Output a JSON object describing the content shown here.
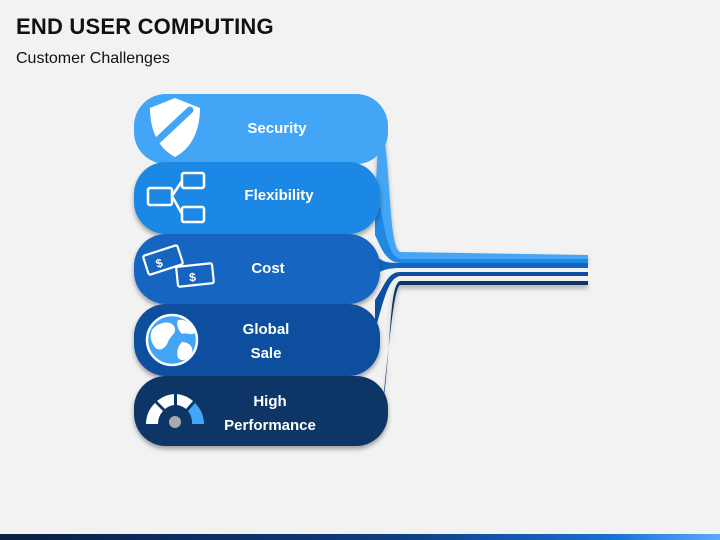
{
  "header": {
    "title": "END USER COMPUTING",
    "subtitle": "Customer Challenges"
  },
  "items": [
    {
      "label": "Security",
      "icon": "shield-icon",
      "color": "#42a5f5"
    },
    {
      "label": "Flexibility",
      "icon": "flowchart-icon",
      "color": "#1e88e5"
    },
    {
      "label": "Cost",
      "icon": "money-icon",
      "color": "#1565c0"
    },
    {
      "label": "Global\nSale",
      "icon": "globe-icon",
      "color": "#0d4f9e"
    },
    {
      "label": "High\nPerformance",
      "icon": "gauge-icon",
      "color": "#0a3566"
    }
  ],
  "colors": {
    "background": "#f2f2f2",
    "icon_accent": "#42a5f5",
    "footer_dark": "#0a1f44",
    "footer_light": "#5aa9ff"
  }
}
